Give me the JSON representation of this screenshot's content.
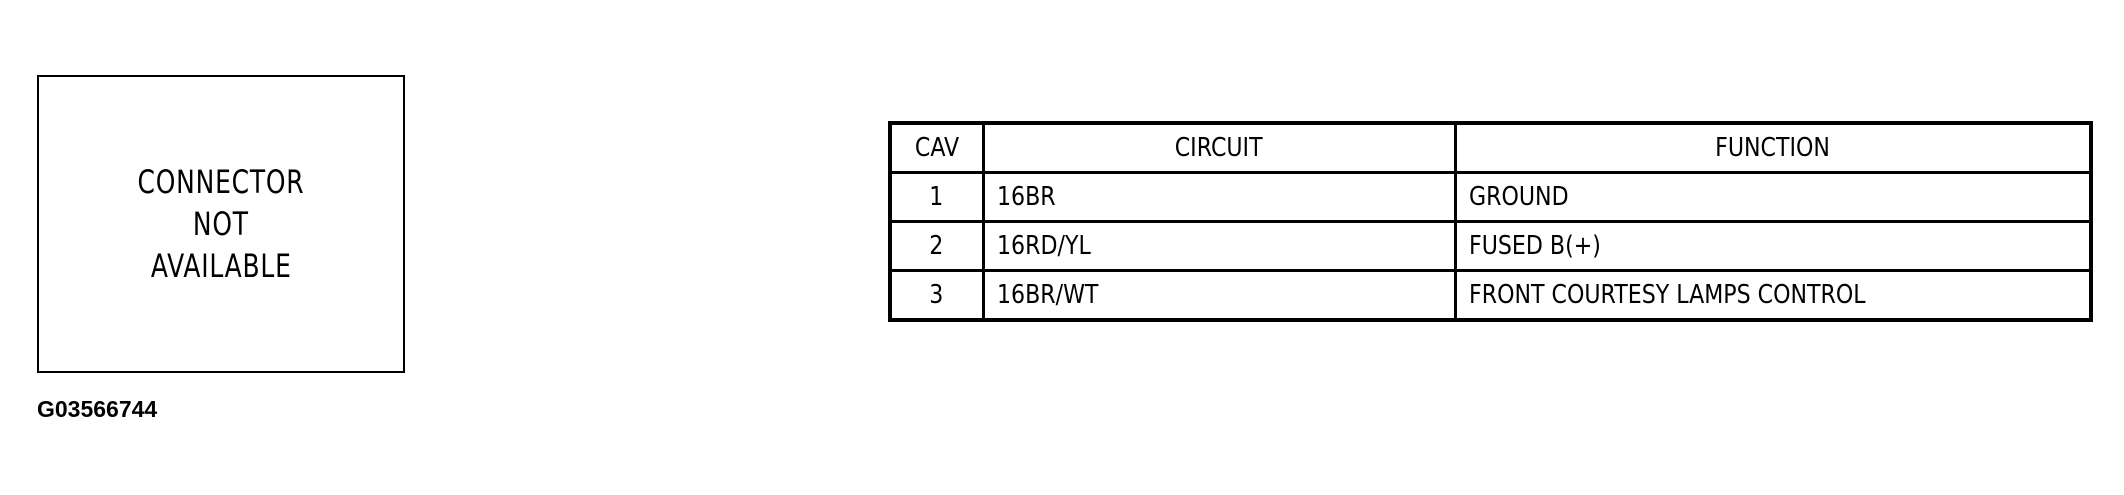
{
  "connector_box": {
    "lines": [
      "CONNECTOR",
      "NOT",
      "AVAILABLE"
    ]
  },
  "figure_id": "G03566744",
  "pinout_table": {
    "headers": [
      "CAV",
      "CIRCUIT",
      "FUNCTION"
    ],
    "rows": [
      {
        "cav": "1",
        "circuit": "16BR",
        "function": "GROUND"
      },
      {
        "cav": "2",
        "circuit": "16RD/YL",
        "function": "FUSED B(+)"
      },
      {
        "cav": "3",
        "circuit": "16BR/WT",
        "function": "FRONT COURTESY LAMPS CONTROL"
      }
    ]
  }
}
